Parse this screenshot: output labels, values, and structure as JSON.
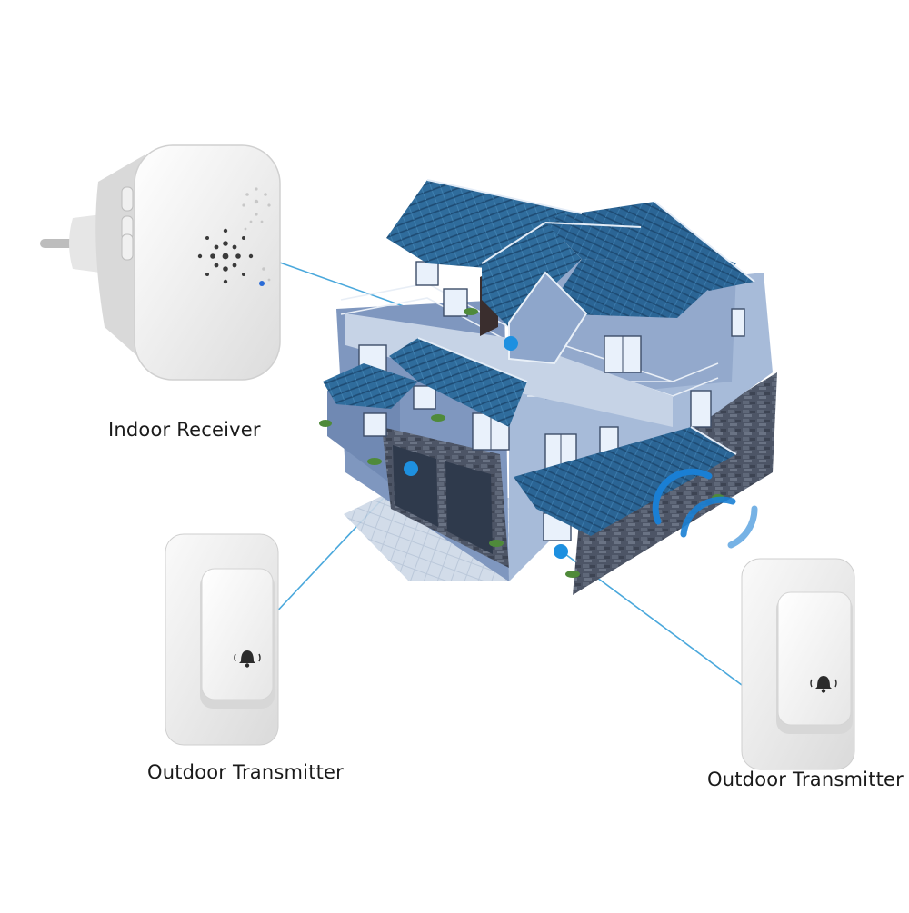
{
  "labels": {
    "indoor_receiver": "Indoor Receiver",
    "outdoor_transmitter_left": "Outdoor Transmitter",
    "outdoor_transmitter_right": "Outdoor Transmitter"
  },
  "receiver": {
    "buttons": [
      "",
      "",
      ""
    ]
  },
  "colors": {
    "roof": "#2f6c9c",
    "roof_dark": "#1f4f78",
    "wall": "#7f97bf",
    "wall_light": "#a7bbd9",
    "stone": "#4d5566",
    "link_line": "#4aa8dc",
    "dot": "#1e90e0",
    "signal": "#1a7fd4",
    "device_white": "#f3f3f3",
    "device_shadow": "#d7d7d7"
  },
  "icons": {
    "bell": "bell-icon",
    "speaker": "speaker-grille-icon",
    "signal": "wireless-signal-icon"
  }
}
